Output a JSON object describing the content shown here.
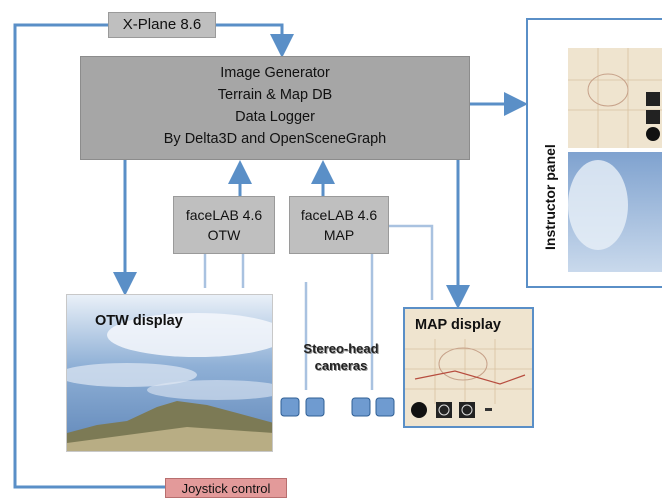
{
  "xplane": {
    "label": "X-Plane 8.6"
  },
  "image_generator": {
    "lines": [
      "Image Generator",
      "Terrain & Map DB",
      "Data Logger",
      "By Delta3D and OpenSceneGraph"
    ]
  },
  "facelab_otw": {
    "lines": [
      "faceLAB 4.6",
      "OTW"
    ]
  },
  "facelab_map": {
    "lines": [
      "faceLAB 4.6",
      "MAP"
    ]
  },
  "otw_display": {
    "title": "OTW  display"
  },
  "map_display": {
    "title": "MAP display"
  },
  "instructor_panel": {
    "title": "Instructor panel"
  },
  "cameras": {
    "label_lines": [
      "Stereo-head",
      "cameras"
    ]
  },
  "joystick": {
    "label": "Joystick control"
  },
  "colors": {
    "arrow": "#5a8fc7",
    "box_gray": "#a6a6a6",
    "box_light": "#bfbfbf",
    "joystick": "#e39a9a"
  }
}
